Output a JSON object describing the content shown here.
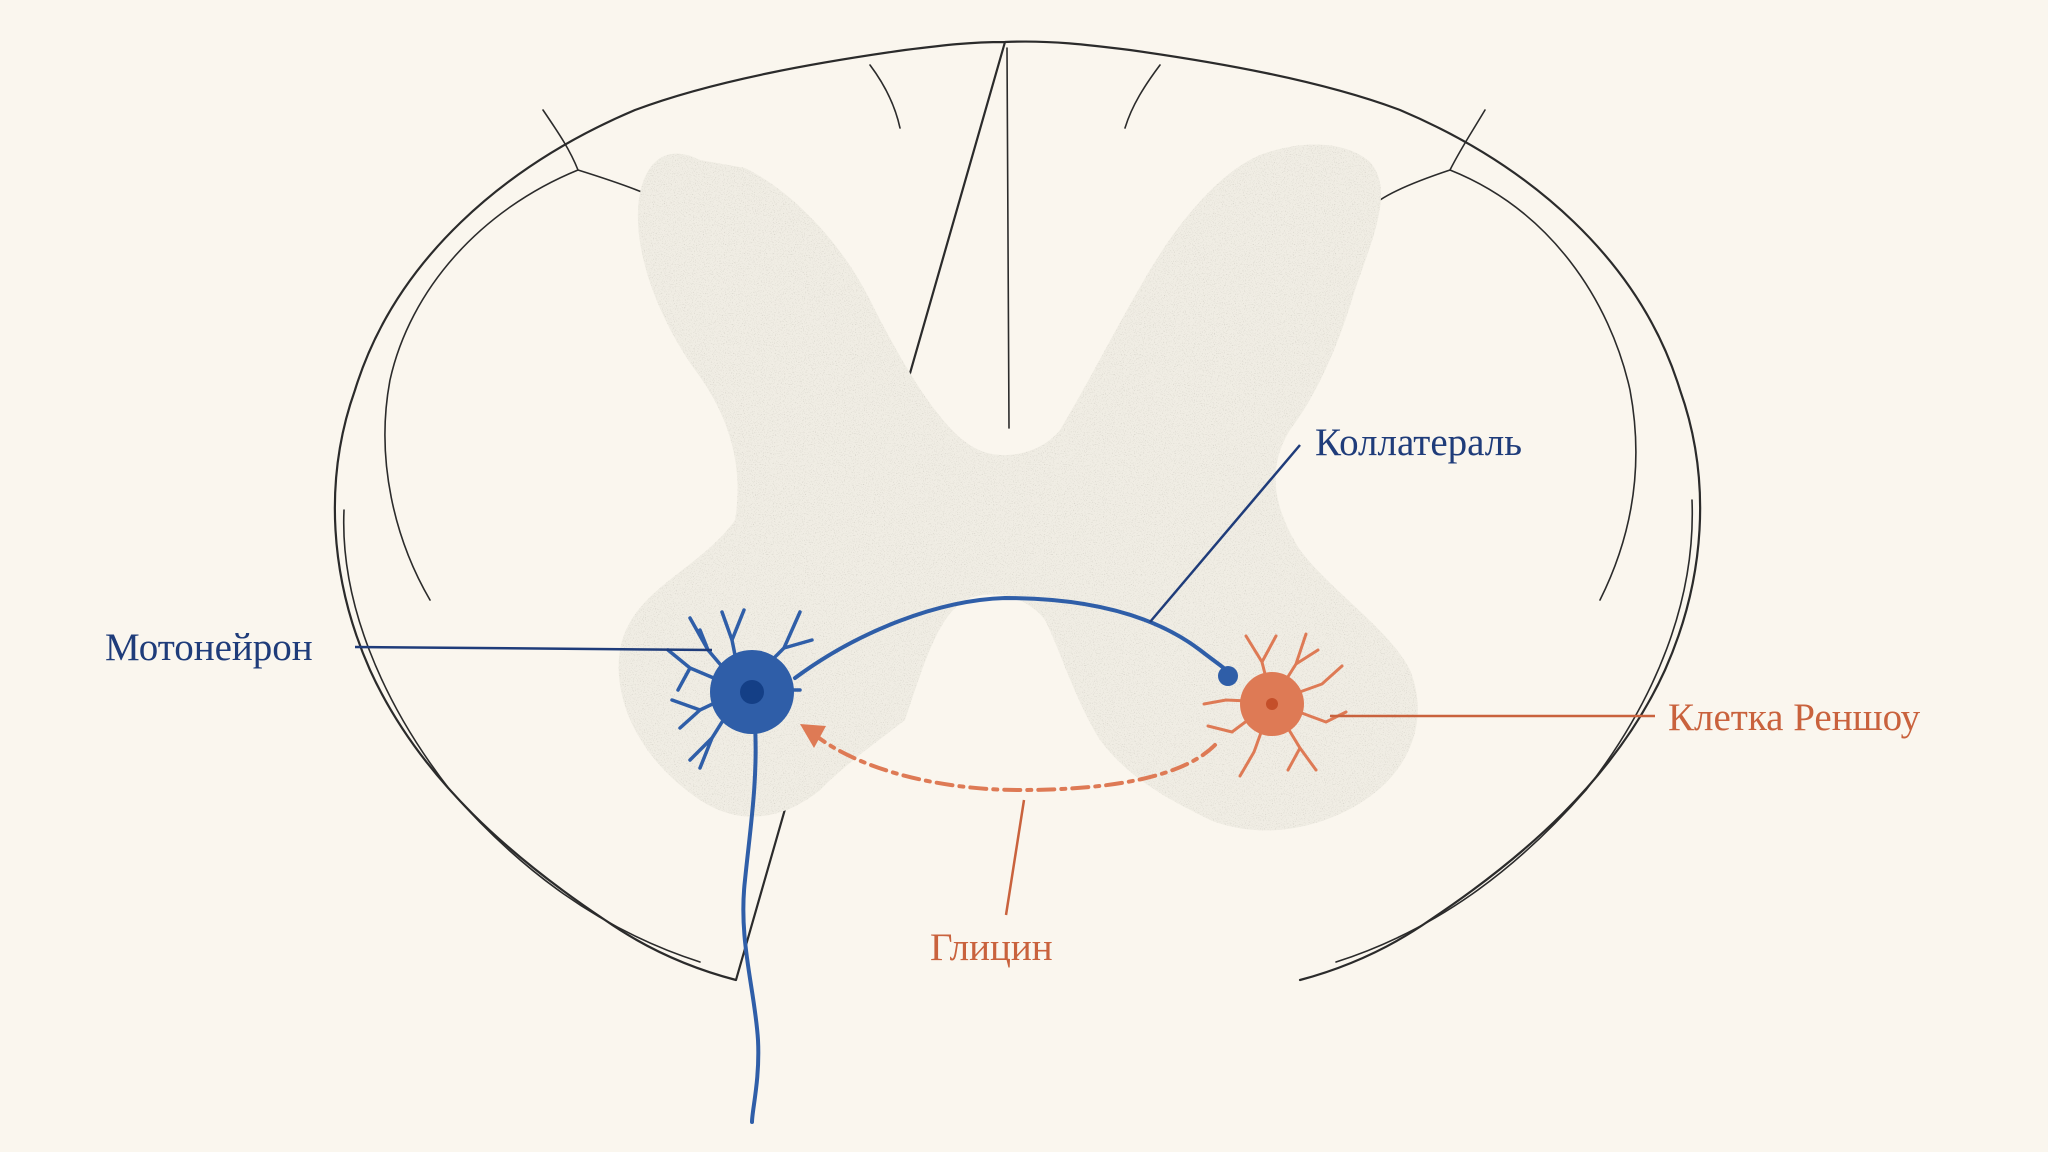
{
  "labels": {
    "motoneuron": "Мотонейрон",
    "collateral": "Коллатераль",
    "renshaw_cell": "Клетка Реншоу",
    "glycine": "Глицин"
  },
  "colors": {
    "background": "#faf6ee",
    "outline": "#2b2b2b",
    "gray_matter": "#f0ede4",
    "motoneuron_blue": "#2f5ea8",
    "motoneuron_nucleus": "#143f86",
    "motoneuron_label": "#1f3c7a",
    "renshaw_orange": "#de7a55",
    "renshaw_label": "#c9623d"
  },
  "icons": {
    "motoneuron": "motoneuron-cell-icon",
    "renshaw": "renshaw-cell-icon",
    "synapse": "synaptic-bouton-icon",
    "arrowhead": "arrowhead-icon"
  }
}
